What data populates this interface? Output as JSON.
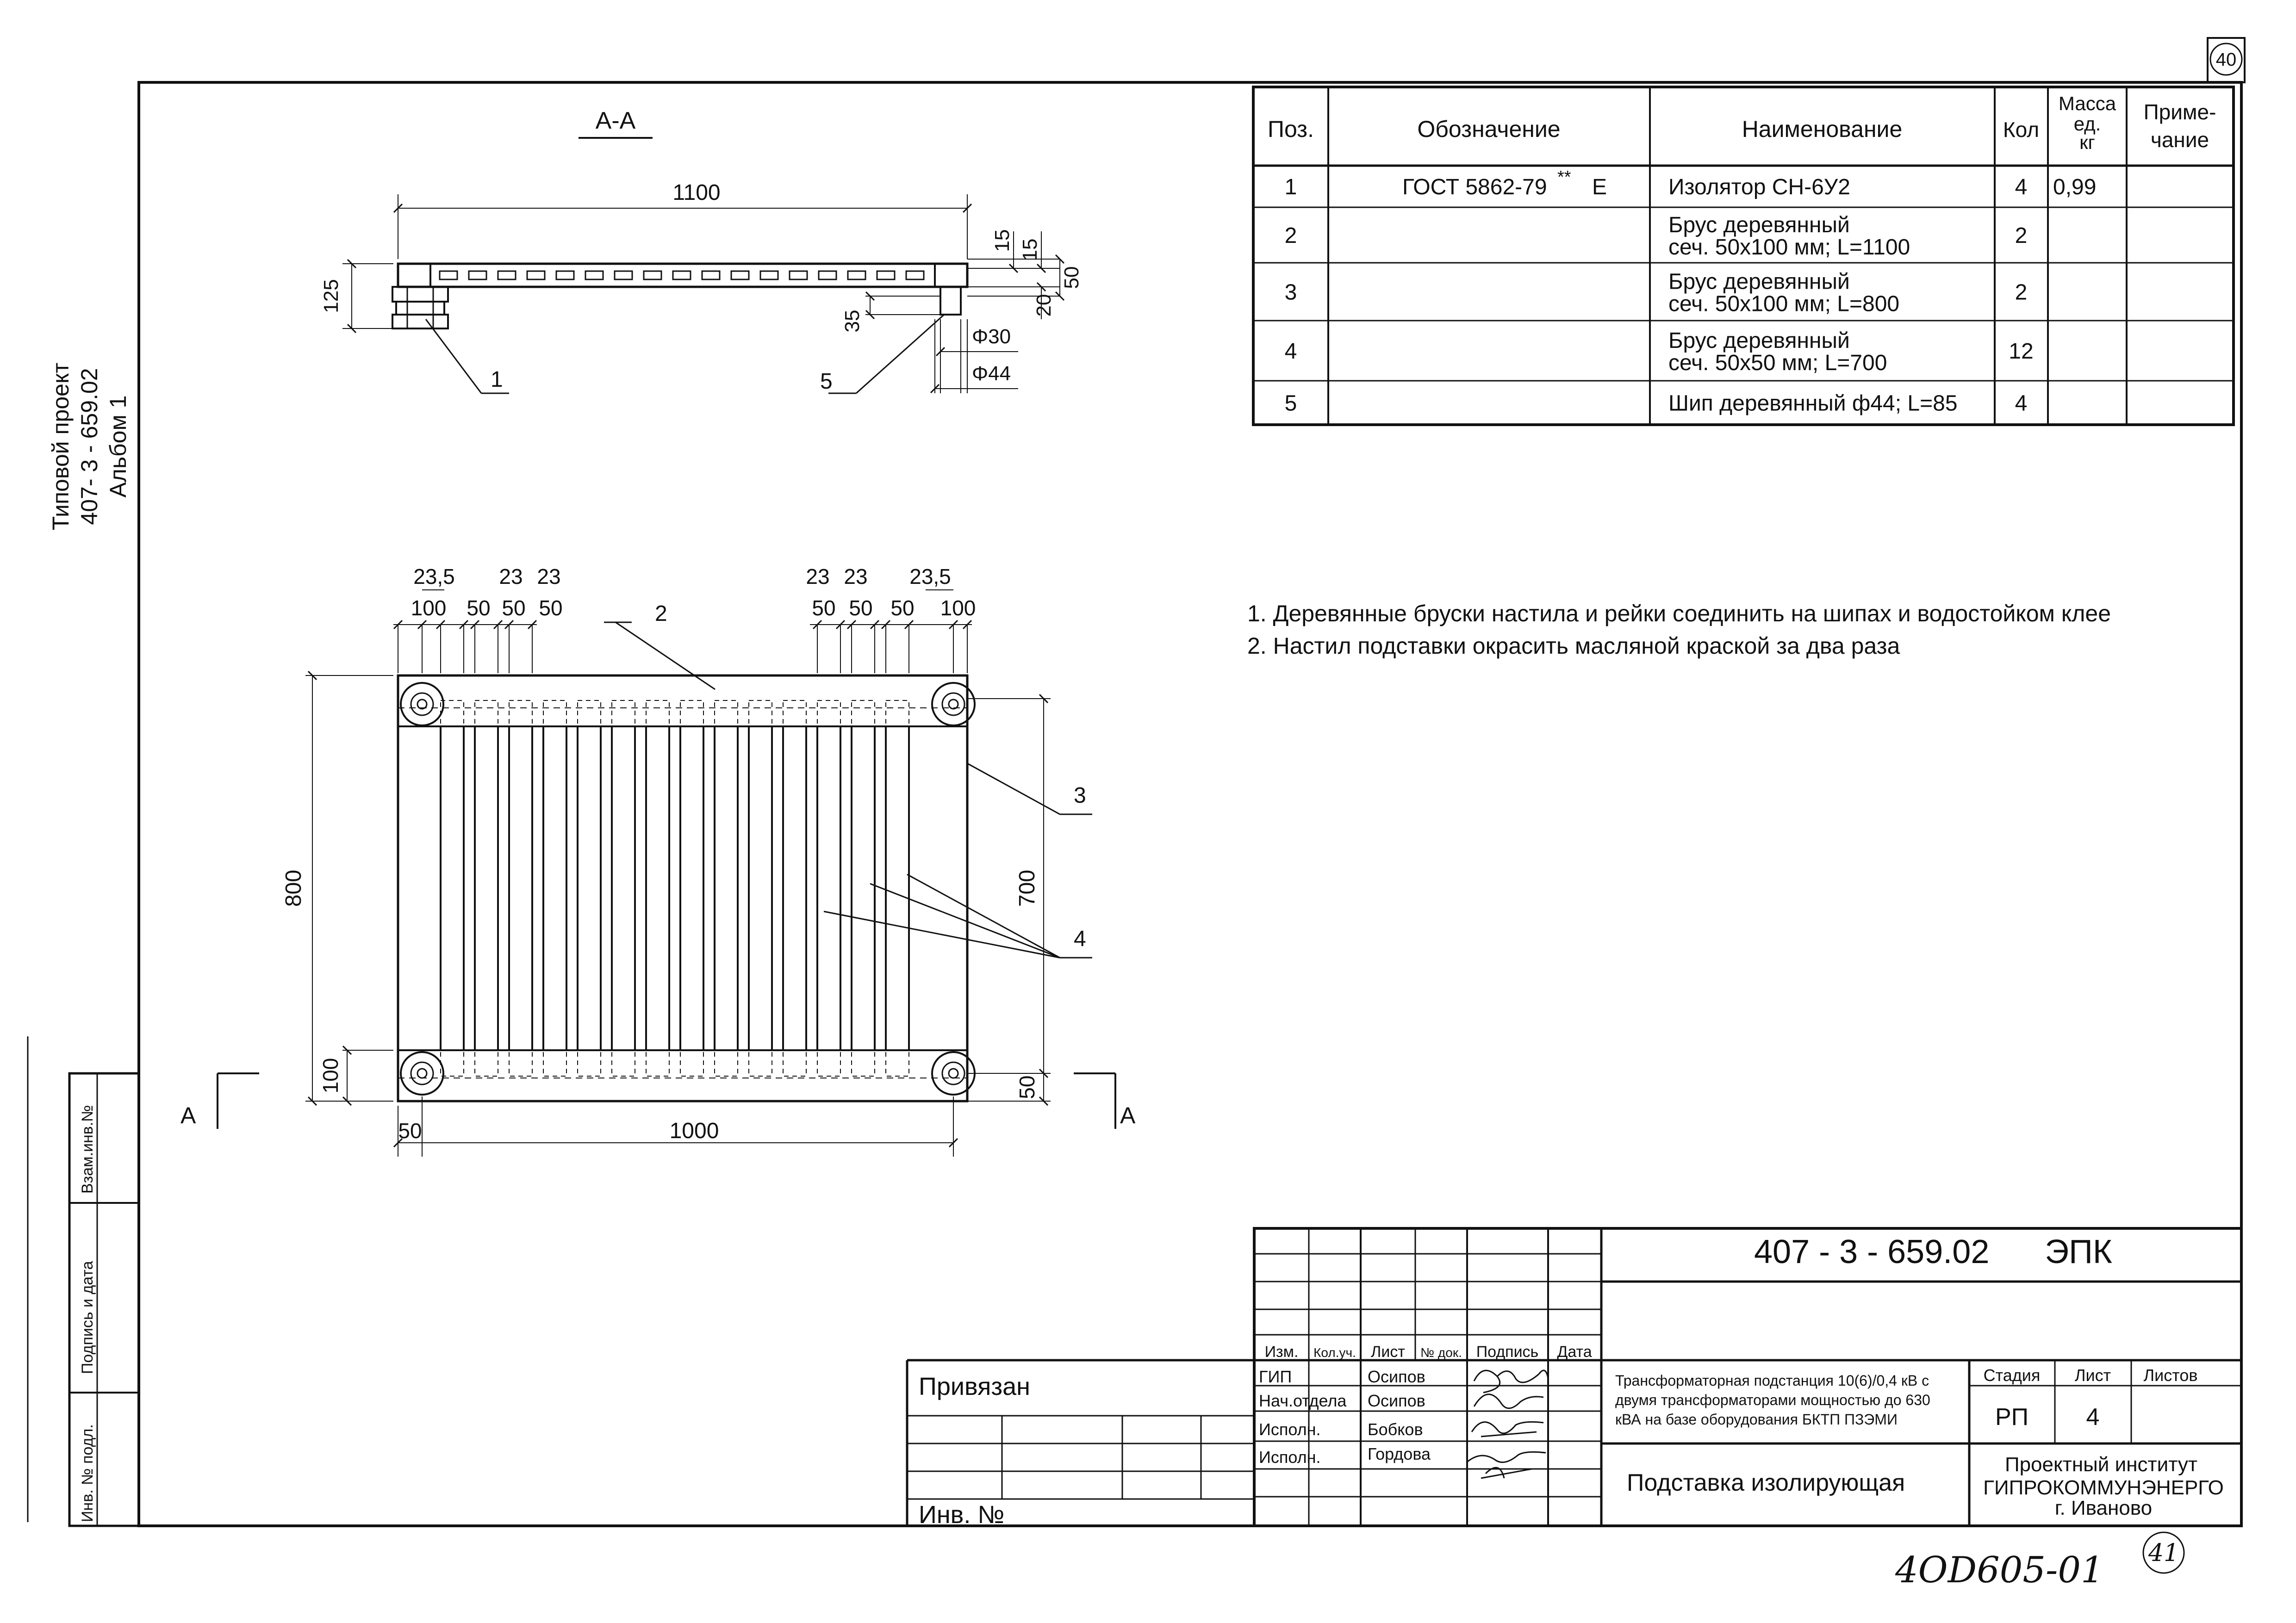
{
  "sheet": {
    "sheet_number_top": "40",
    "sheet_number_bottom": "41",
    "handwritten_code": "4ОD605-01",
    "side_project": [
      "Типовой проект",
      "407- 3 - 659.02",
      "Альбом 1"
    ],
    "side_stamp": [
      "Взам.инв.№",
      "Подпись и дата",
      "Инв. № подл."
    ]
  },
  "section_view": {
    "title": "А-А",
    "dims": {
      "length": "1100",
      "height": "125",
      "d15a": "15",
      "d15b": "15",
      "d50": "50",
      "d20": "20",
      "d35": "35",
      "phi30": "Φ30",
      "phi44": "Φ44"
    },
    "callouts": {
      "c1": "1",
      "c5": "5"
    }
  },
  "plan_view": {
    "top_dims_upper": [
      "23,5",
      "23",
      "23",
      "23",
      "23",
      "23,5"
    ],
    "top_dims_lower": [
      "100",
      "50",
      "50",
      "50",
      "50",
      "50",
      "50",
      "100"
    ],
    "d800": "800",
    "d700": "700",
    "d100": "100",
    "d50_right": "50",
    "d50_bottom": "50",
    "d1000": "1000",
    "callouts": {
      "c2": "2",
      "c3": "3",
      "c4": "4"
    },
    "section_mark": "А"
  },
  "spec_table": {
    "headers": [
      "Поз.",
      "Обозначение",
      "Наименование",
      "Кол",
      "Масса ед. кг",
      "Приме- чание"
    ],
    "rows": [
      {
        "pos": "1",
        "designation": "ГОСТ 5862-79",
        "designation_sup": "**",
        "designation_suffix": "Е",
        "name": [
          "Изолятор СН-6У2"
        ],
        "qty": "4",
        "mass": "0,99",
        "note": ""
      },
      {
        "pos": "2",
        "designation": "",
        "designation_sup": "",
        "designation_suffix": "",
        "name": [
          "Брус деревянный",
          "сеч. 50х100 мм; L=1100"
        ],
        "qty": "2",
        "mass": "",
        "note": ""
      },
      {
        "pos": "3",
        "designation": "",
        "designation_sup": "",
        "designation_suffix": "",
        "name": [
          "Брус деревянный",
          "сеч. 50х100 мм; L=800"
        ],
        "qty": "2",
        "mass": "",
        "note": ""
      },
      {
        "pos": "4",
        "designation": "",
        "designation_sup": "",
        "designation_suffix": "",
        "name": [
          "Брус деревянный",
          "сеч. 50х50 мм; L=700"
        ],
        "qty": "12",
        "mass": "",
        "note": ""
      },
      {
        "pos": "5",
        "designation": "",
        "designation_sup": "",
        "designation_suffix": "",
        "name": [
          "Шип деревянный ф44; L=85"
        ],
        "qty": "4",
        "mass": "",
        "note": ""
      }
    ]
  },
  "notes": [
    "1. Деревянные бруски настила и рейки соединить на шипах и водостойком клее",
    "2. Настил подставки окрасить масляной краской за два раза"
  ],
  "title_block": {
    "doc_code": "407 - 3 - 659.02      ЭПК",
    "col_headers": [
      "Изм.",
      "Кол.уч.",
      "Лист",
      "№ док.",
      "Подпись",
      "Дата"
    ],
    "roles": [
      {
        "role": "ГИП",
        "name": "Осипов"
      },
      {
        "role": "Нач.отдела",
        "name": "Осипов"
      },
      {
        "role": "Исполн.",
        "name": "Бобков"
      },
      {
        "role": "Исполн.",
        "name": "Гордова"
      }
    ],
    "project_title": [
      "Трансформаторная подстанция 10(6)/0,4 кВ с",
      "двумя трансформаторами мощностью до 630",
      "кВА на базе оборудования БКТП ПЗЭМИ"
    ],
    "drawing_title": "Подставка изолирующая",
    "stage_label": "Стадия",
    "sheet_label": "Лист",
    "sheets_label": "Листов",
    "stage": "РП",
    "sheet": "4",
    "sheets": "",
    "org": [
      "Проектный институт",
      "ГИПРОКОММУНЭНЕРГО",
      "г. Иваново"
    ],
    "privyazan": "Привязан",
    "inv_no": "Инв. №"
  }
}
